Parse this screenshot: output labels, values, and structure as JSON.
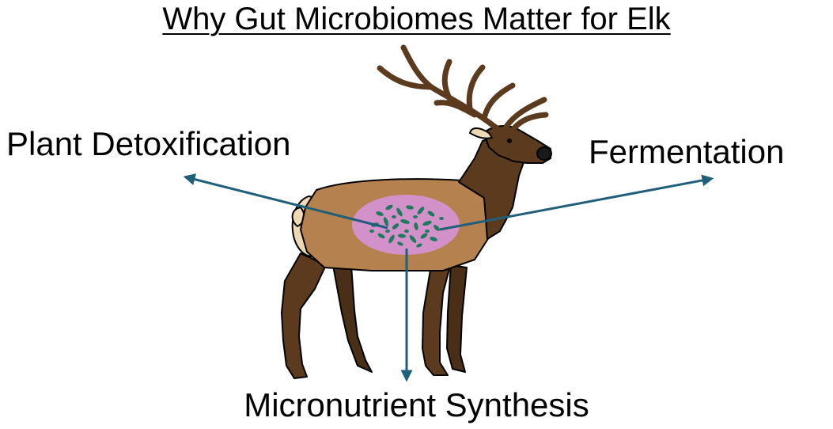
{
  "title": "Why Gut Microbiomes Matter for Elk",
  "labels": {
    "left": "Plant Detoxification",
    "right": "Fermentation",
    "bottom": "Micronutrient Synthesis"
  },
  "icons": {
    "animal": "elk-icon",
    "gut": "gut-microbiome-icon"
  },
  "colors": {
    "arrow": "#1f5f7a",
    "elk_body": "#b5814f",
    "elk_dark": "#5b3a1e",
    "elk_rump": "#efd9b4",
    "gut_oval": "#d391c9",
    "microbes": "#1d7a5c",
    "outline": "#000000"
  }
}
